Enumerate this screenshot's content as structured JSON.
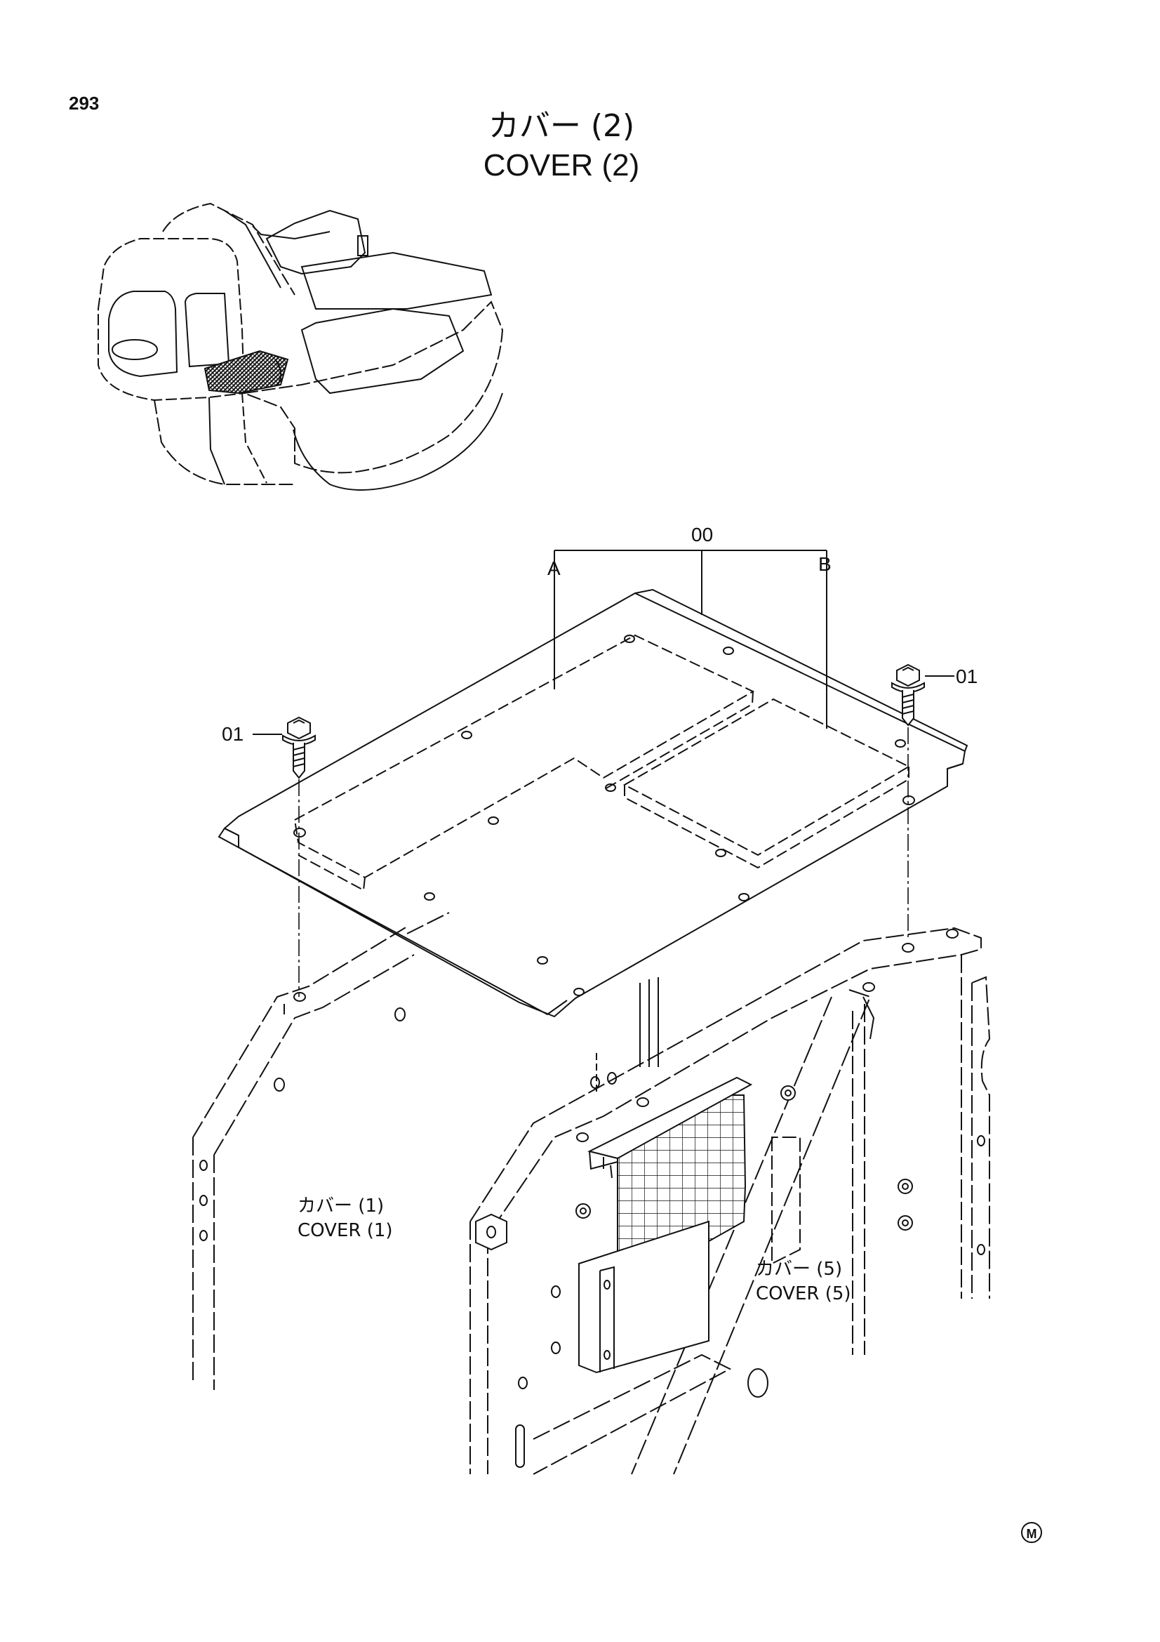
{
  "page_number": "293",
  "title_ja": "カバー (2)",
  "title_en": "COVER (2)",
  "callouts": {
    "assembly": "00",
    "sub_a": "A",
    "sub_b": "B",
    "bolt_left": "01",
    "bolt_right": "01"
  },
  "related_covers": [
    {
      "ja": "カバー (1)",
      "en": "COVER (1)"
    },
    {
      "ja": "カバー (5)",
      "en": "COVER (5)"
    }
  ],
  "mark": "M"
}
